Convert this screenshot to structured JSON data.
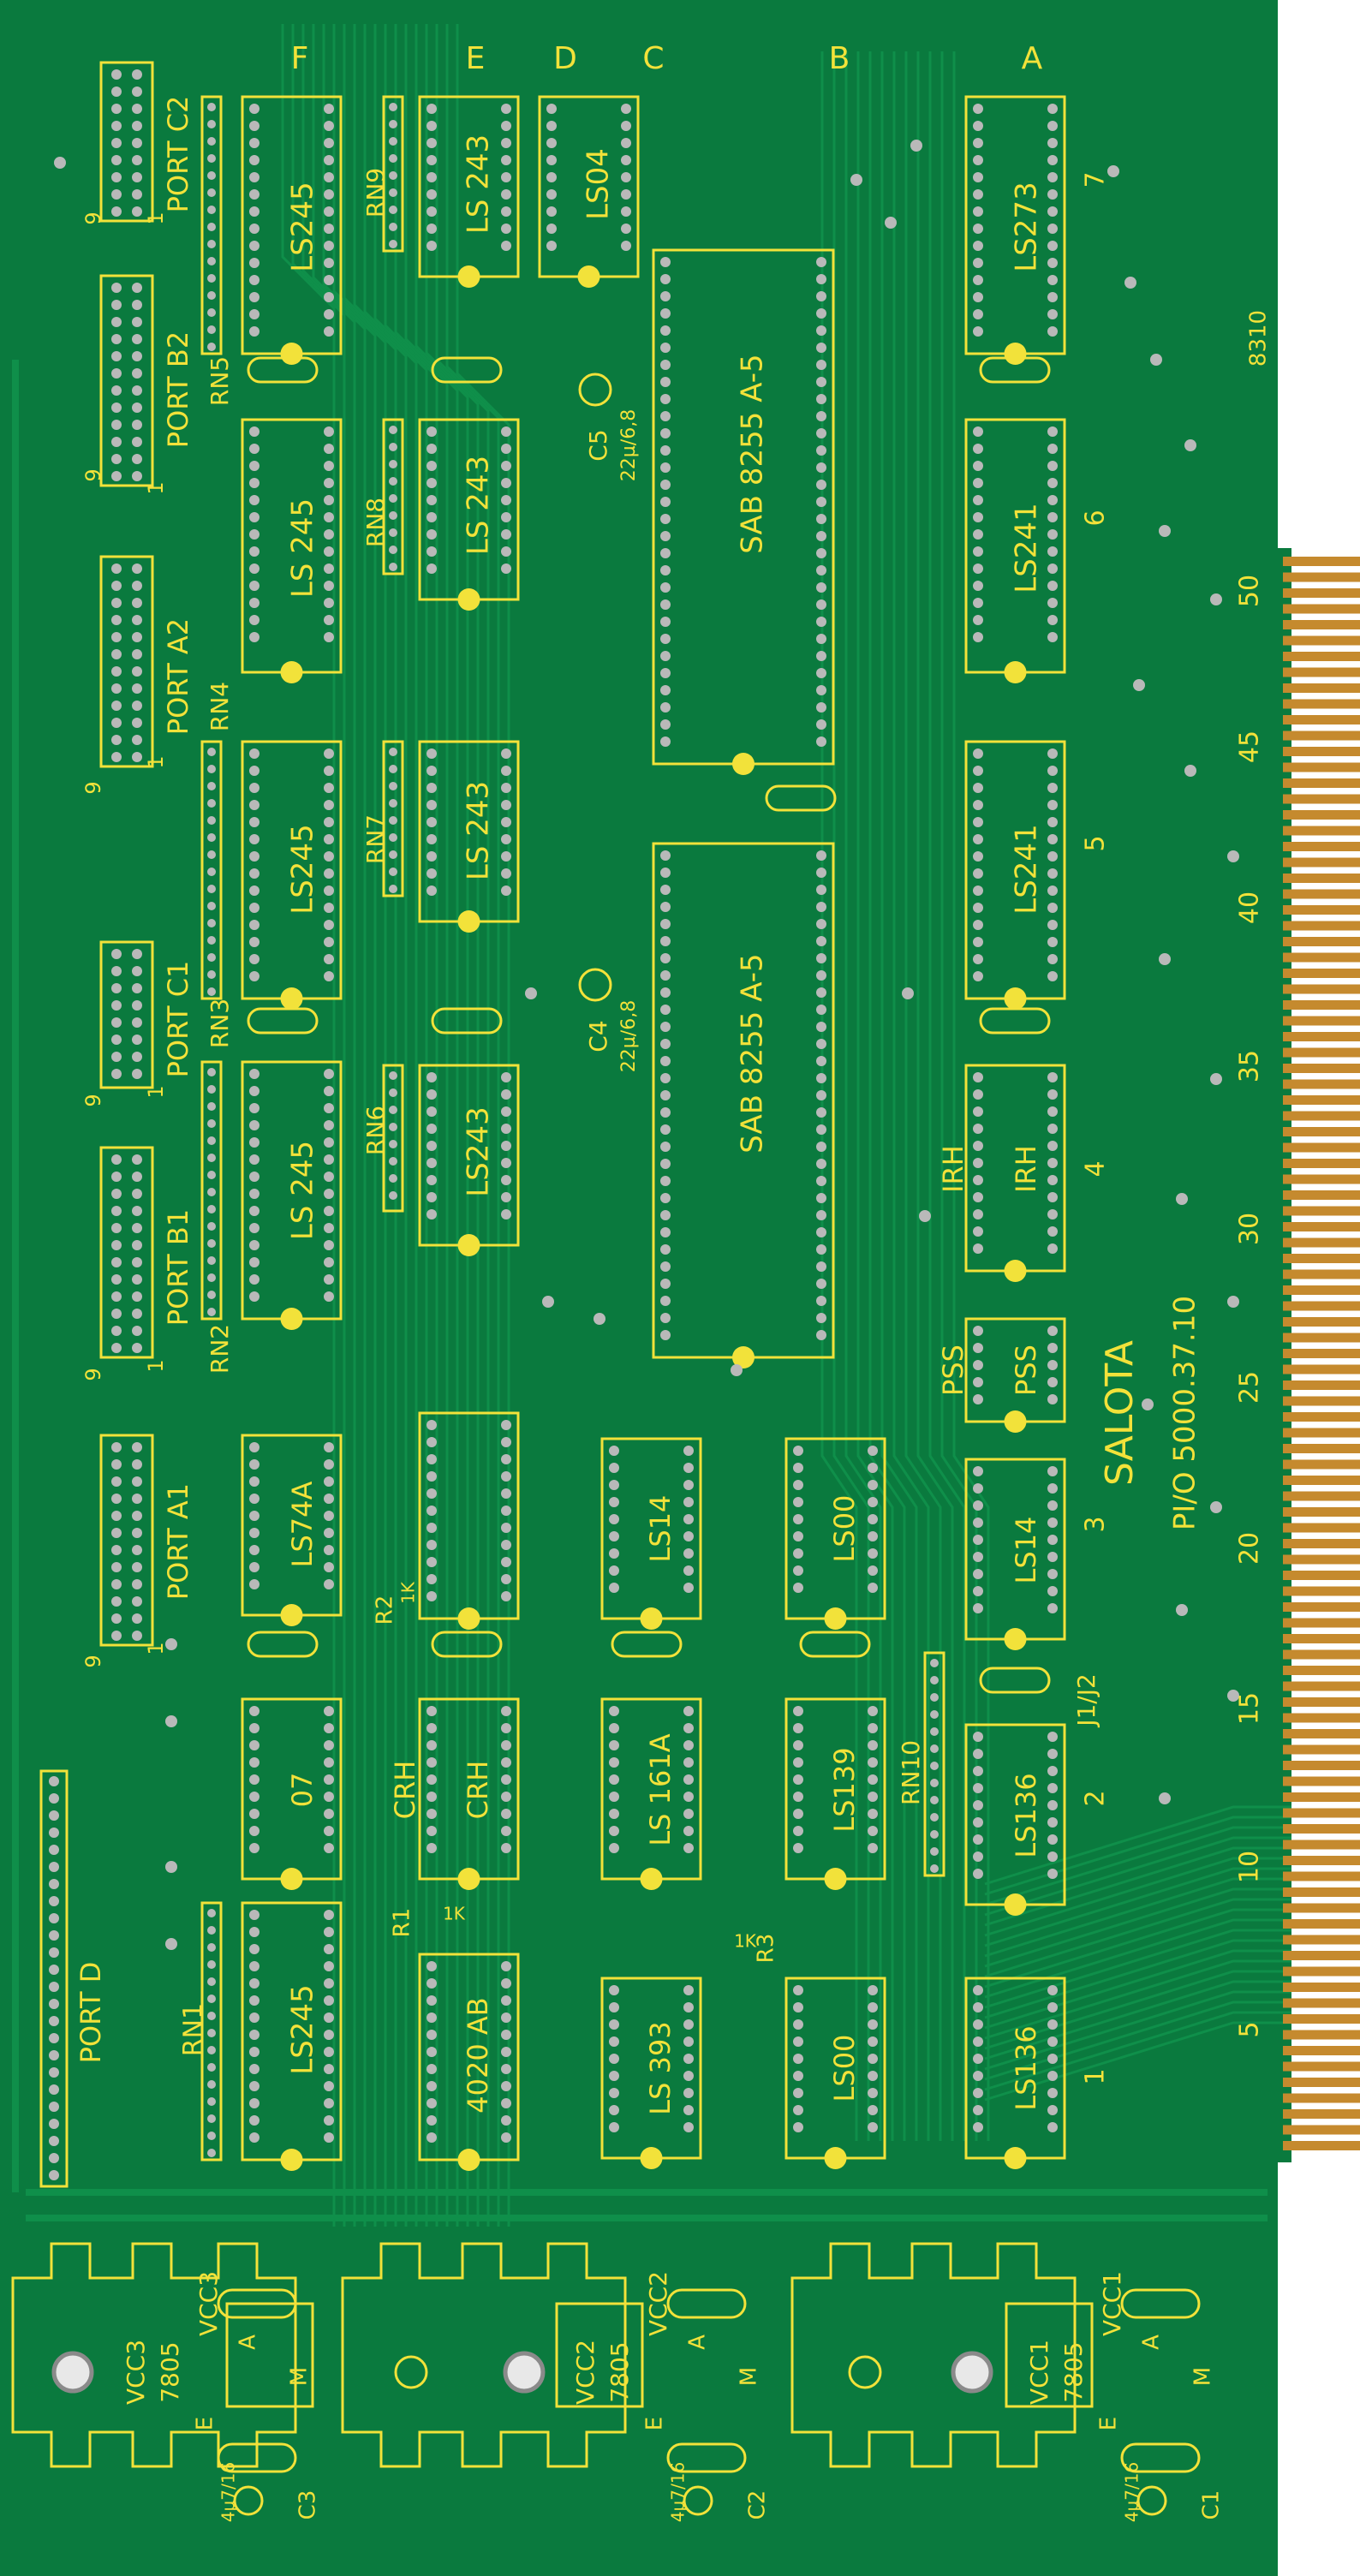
{
  "colors": {
    "board": "#0a7a3e",
    "board_dark": "#05622f",
    "silk": "#f2e23a",
    "pad": "#b9b9b9",
    "gold": "#c58a2e",
    "trace": "#0f8f4a"
  },
  "vertical_top_labels": [
    {
      "id": "F",
      "text": "F"
    },
    {
      "id": "E",
      "text": "E"
    },
    {
      "id": "D",
      "text": "D"
    },
    {
      "id": "C",
      "text": "C"
    },
    {
      "id": "B",
      "text": "B"
    },
    {
      "id": "A",
      "text": "A"
    }
  ],
  "rotated_labels": [
    {
      "id": "port-c2",
      "text": "PORT C2"
    },
    {
      "id": "port-b2",
      "text": "PORT B2"
    },
    {
      "id": "port-a2",
      "text": "PORT A2"
    },
    {
      "id": "port-c1",
      "text": "PORT C1"
    },
    {
      "id": "port-b1",
      "text": "PORT B1"
    },
    {
      "id": "port-a1",
      "text": "PORT A1"
    },
    {
      "id": "port-d",
      "text": "PORT D"
    },
    {
      "id": "rn1",
      "text": "RN1"
    },
    {
      "id": "rn2",
      "text": "RN2"
    },
    {
      "id": "rn3",
      "text": "RN3"
    },
    {
      "id": "rn4",
      "text": "RN4"
    },
    {
      "id": "rn5",
      "text": "RN5"
    },
    {
      "id": "rn6",
      "text": "RN6"
    },
    {
      "id": "rn7",
      "text": "RN7"
    },
    {
      "id": "rn8",
      "text": "RN8"
    },
    {
      "id": "rn9",
      "text": "RN9"
    },
    {
      "id": "rn10",
      "text": "RN10"
    },
    {
      "id": "u-ls245-1",
      "text": "LS245"
    },
    {
      "id": "u-ls245-2",
      "text": "LS 245"
    },
    {
      "id": "u-ls245-3",
      "text": "LS245"
    },
    {
      "id": "u-ls245-4",
      "text": "LS 245"
    },
    {
      "id": "u-ls245-5",
      "text": "LS245"
    },
    {
      "id": "u-ls243-1",
      "text": "LS 243"
    },
    {
      "id": "u-ls243-2",
      "text": "LS 243"
    },
    {
      "id": "u-ls243-3",
      "text": "LS 243"
    },
    {
      "id": "u-ls243-4",
      "text": "LS243"
    },
    {
      "id": "u-ls04",
      "text": "LS04"
    },
    {
      "id": "u-8255-a",
      "text": "SAB 8255 A-5"
    },
    {
      "id": "u-8255-b",
      "text": "SAB 8255 A-5"
    },
    {
      "id": "u-ls273",
      "text": "LS273"
    },
    {
      "id": "u-ls241-1",
      "text": "LS241"
    },
    {
      "id": "u-ls241-2",
      "text": "LS241"
    },
    {
      "id": "u-irh-1",
      "text": "IRH"
    },
    {
      "id": "u-irh-2",
      "text": "IRH"
    },
    {
      "id": "u-pss-1",
      "text": "PSS"
    },
    {
      "id": "u-pss-2",
      "text": "PSS"
    },
    {
      "id": "u-ls74a",
      "text": "LS74A"
    },
    {
      "id": "u-07",
      "text": "07"
    },
    {
      "id": "u-crh-1",
      "text": "CRH"
    },
    {
      "id": "u-crh-2",
      "text": "CRH"
    },
    {
      "id": "u-4020",
      "text": "4020 AB"
    },
    {
      "id": "u-ls14-1",
      "text": "LS14"
    },
    {
      "id": "u-ls161a",
      "text": "LS 161A"
    },
    {
      "id": "u-ls393",
      "text": "LS 393"
    },
    {
      "id": "u-ls00-1",
      "text": "LS00"
    },
    {
      "id": "u-ls139",
      "text": "LS139"
    },
    {
      "id": "u-ls00-2",
      "text": "LS00"
    },
    {
      "id": "u-ls14-2",
      "text": "LS14"
    },
    {
      "id": "u-ls136-1",
      "text": "LS136"
    },
    {
      "id": "u-ls136-2",
      "text": "LS136"
    },
    {
      "id": "c5",
      "text": "C5"
    },
    {
      "id": "c5-val",
      "text": "22µ/6,8"
    },
    {
      "id": "c4",
      "text": "C4"
    },
    {
      "id": "c4-val",
      "text": "22µ/6,8"
    },
    {
      "id": "r1",
      "text": "R1"
    },
    {
      "id": "r1-val",
      "text": "1K"
    },
    {
      "id": "r2",
      "text": "R2"
    },
    {
      "id": "r2-val",
      "text": "1K"
    },
    {
      "id": "r3",
      "text": "R3"
    },
    {
      "id": "r3-val",
      "text": "1K"
    },
    {
      "id": "pin9-c2",
      "text": "9"
    },
    {
      "id": "pin1-c2",
      "text": "1"
    },
    {
      "id": "pin9-b2",
      "text": "9"
    },
    {
      "id": "pin1-b2",
      "text": "1"
    },
    {
      "id": "pin9-a2",
      "text": "9"
    },
    {
      "id": "pin1-a2",
      "text": "1"
    },
    {
      "id": "pin9-c1",
      "text": "9"
    },
    {
      "id": "pin1-c1",
      "text": "1"
    },
    {
      "id": "pin9-b1",
      "text": "9"
    },
    {
      "id": "pin1-b1",
      "text": "1"
    },
    {
      "id": "pin9-a1",
      "text": "9"
    },
    {
      "id": "pin1-a1",
      "text": "1"
    },
    {
      "id": "row-7",
      "text": "7"
    },
    {
      "id": "row-6",
      "text": "6"
    },
    {
      "id": "row-5",
      "text": "5"
    },
    {
      "id": "row-4",
      "text": "4"
    },
    {
      "id": "row-3",
      "text": "3"
    },
    {
      "id": "row-2",
      "text": "2"
    },
    {
      "id": "row-1",
      "text": "1"
    },
    {
      "id": "board-num",
      "text": "8310"
    },
    {
      "id": "brand",
      "text": "SALOTA"
    },
    {
      "id": "part-no",
      "text": "PI/O 5000.37.10"
    },
    {
      "id": "j1j2",
      "text": "J1/J2"
    },
    {
      "id": "edge-50",
      "text": "50"
    },
    {
      "id": "edge-45",
      "text": "45"
    },
    {
      "id": "edge-40",
      "text": "40"
    },
    {
      "id": "edge-35",
      "text": "35"
    },
    {
      "id": "edge-30",
      "text": "30"
    },
    {
      "id": "edge-25",
      "text": "25"
    },
    {
      "id": "edge-20",
      "text": "20"
    },
    {
      "id": "edge-15",
      "text": "15"
    },
    {
      "id": "edge-10",
      "text": "10"
    },
    {
      "id": "edge-5",
      "text": "5"
    },
    {
      "id": "vcc3",
      "text": "VCC3"
    },
    {
      "id": "vcc3-reg-a",
      "text": "VCC3"
    },
    {
      "id": "vcc3-reg-b",
      "text": "7805"
    },
    {
      "id": "vcc3-a",
      "text": "A"
    },
    {
      "id": "vcc3-m",
      "text": "M"
    },
    {
      "id": "vcc3-e",
      "text": "E"
    },
    {
      "id": "c3",
      "text": "C3"
    },
    {
      "id": "c3-val",
      "text": "4µ7/16"
    },
    {
      "id": "vcc2",
      "text": "VCC2"
    },
    {
      "id": "vcc2-reg-a",
      "text": "VCC2"
    },
    {
      "id": "vcc2-reg-b",
      "text": "7805"
    },
    {
      "id": "vcc2-a",
      "text": "A"
    },
    {
      "id": "vcc2-m",
      "text": "M"
    },
    {
      "id": "vcc2-e",
      "text": "E"
    },
    {
      "id": "c2",
      "text": "C2"
    },
    {
      "id": "c2-val",
      "text": "4µ7/16"
    },
    {
      "id": "vcc1",
      "text": "VCC1"
    },
    {
      "id": "vcc1-reg-a",
      "text": "VCC1"
    },
    {
      "id": "vcc1-reg-b",
      "text": "7805"
    },
    {
      "id": "vcc1-a",
      "text": "A"
    },
    {
      "id": "vcc1-m",
      "text": "M"
    },
    {
      "id": "vcc1-e",
      "text": "E"
    },
    {
      "id": "c1",
      "text": "C1"
    },
    {
      "id": "c1-val",
      "text": "4µ7/16"
    }
  ]
}
